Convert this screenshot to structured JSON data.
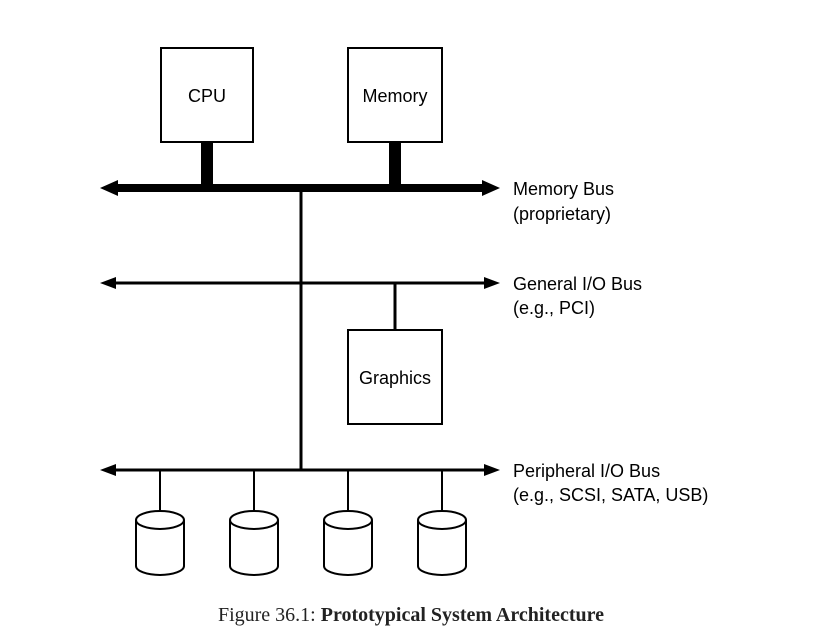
{
  "components": {
    "cpu": "CPU",
    "memory": "Memory",
    "graphics": "Graphics"
  },
  "buses": {
    "memory_bus": {
      "name": "Memory Bus",
      "note": "(proprietary)"
    },
    "general_io_bus": {
      "name": "General I/O Bus",
      "note": "(e.g., PCI)"
    },
    "peripheral_io_bus": {
      "name": "Peripheral I/O Bus",
      "note": "(e.g., SCSI, SATA, USB)"
    }
  },
  "caption": {
    "prefix": "Figure 36.1:",
    "title": "Prototypical System Architecture"
  }
}
